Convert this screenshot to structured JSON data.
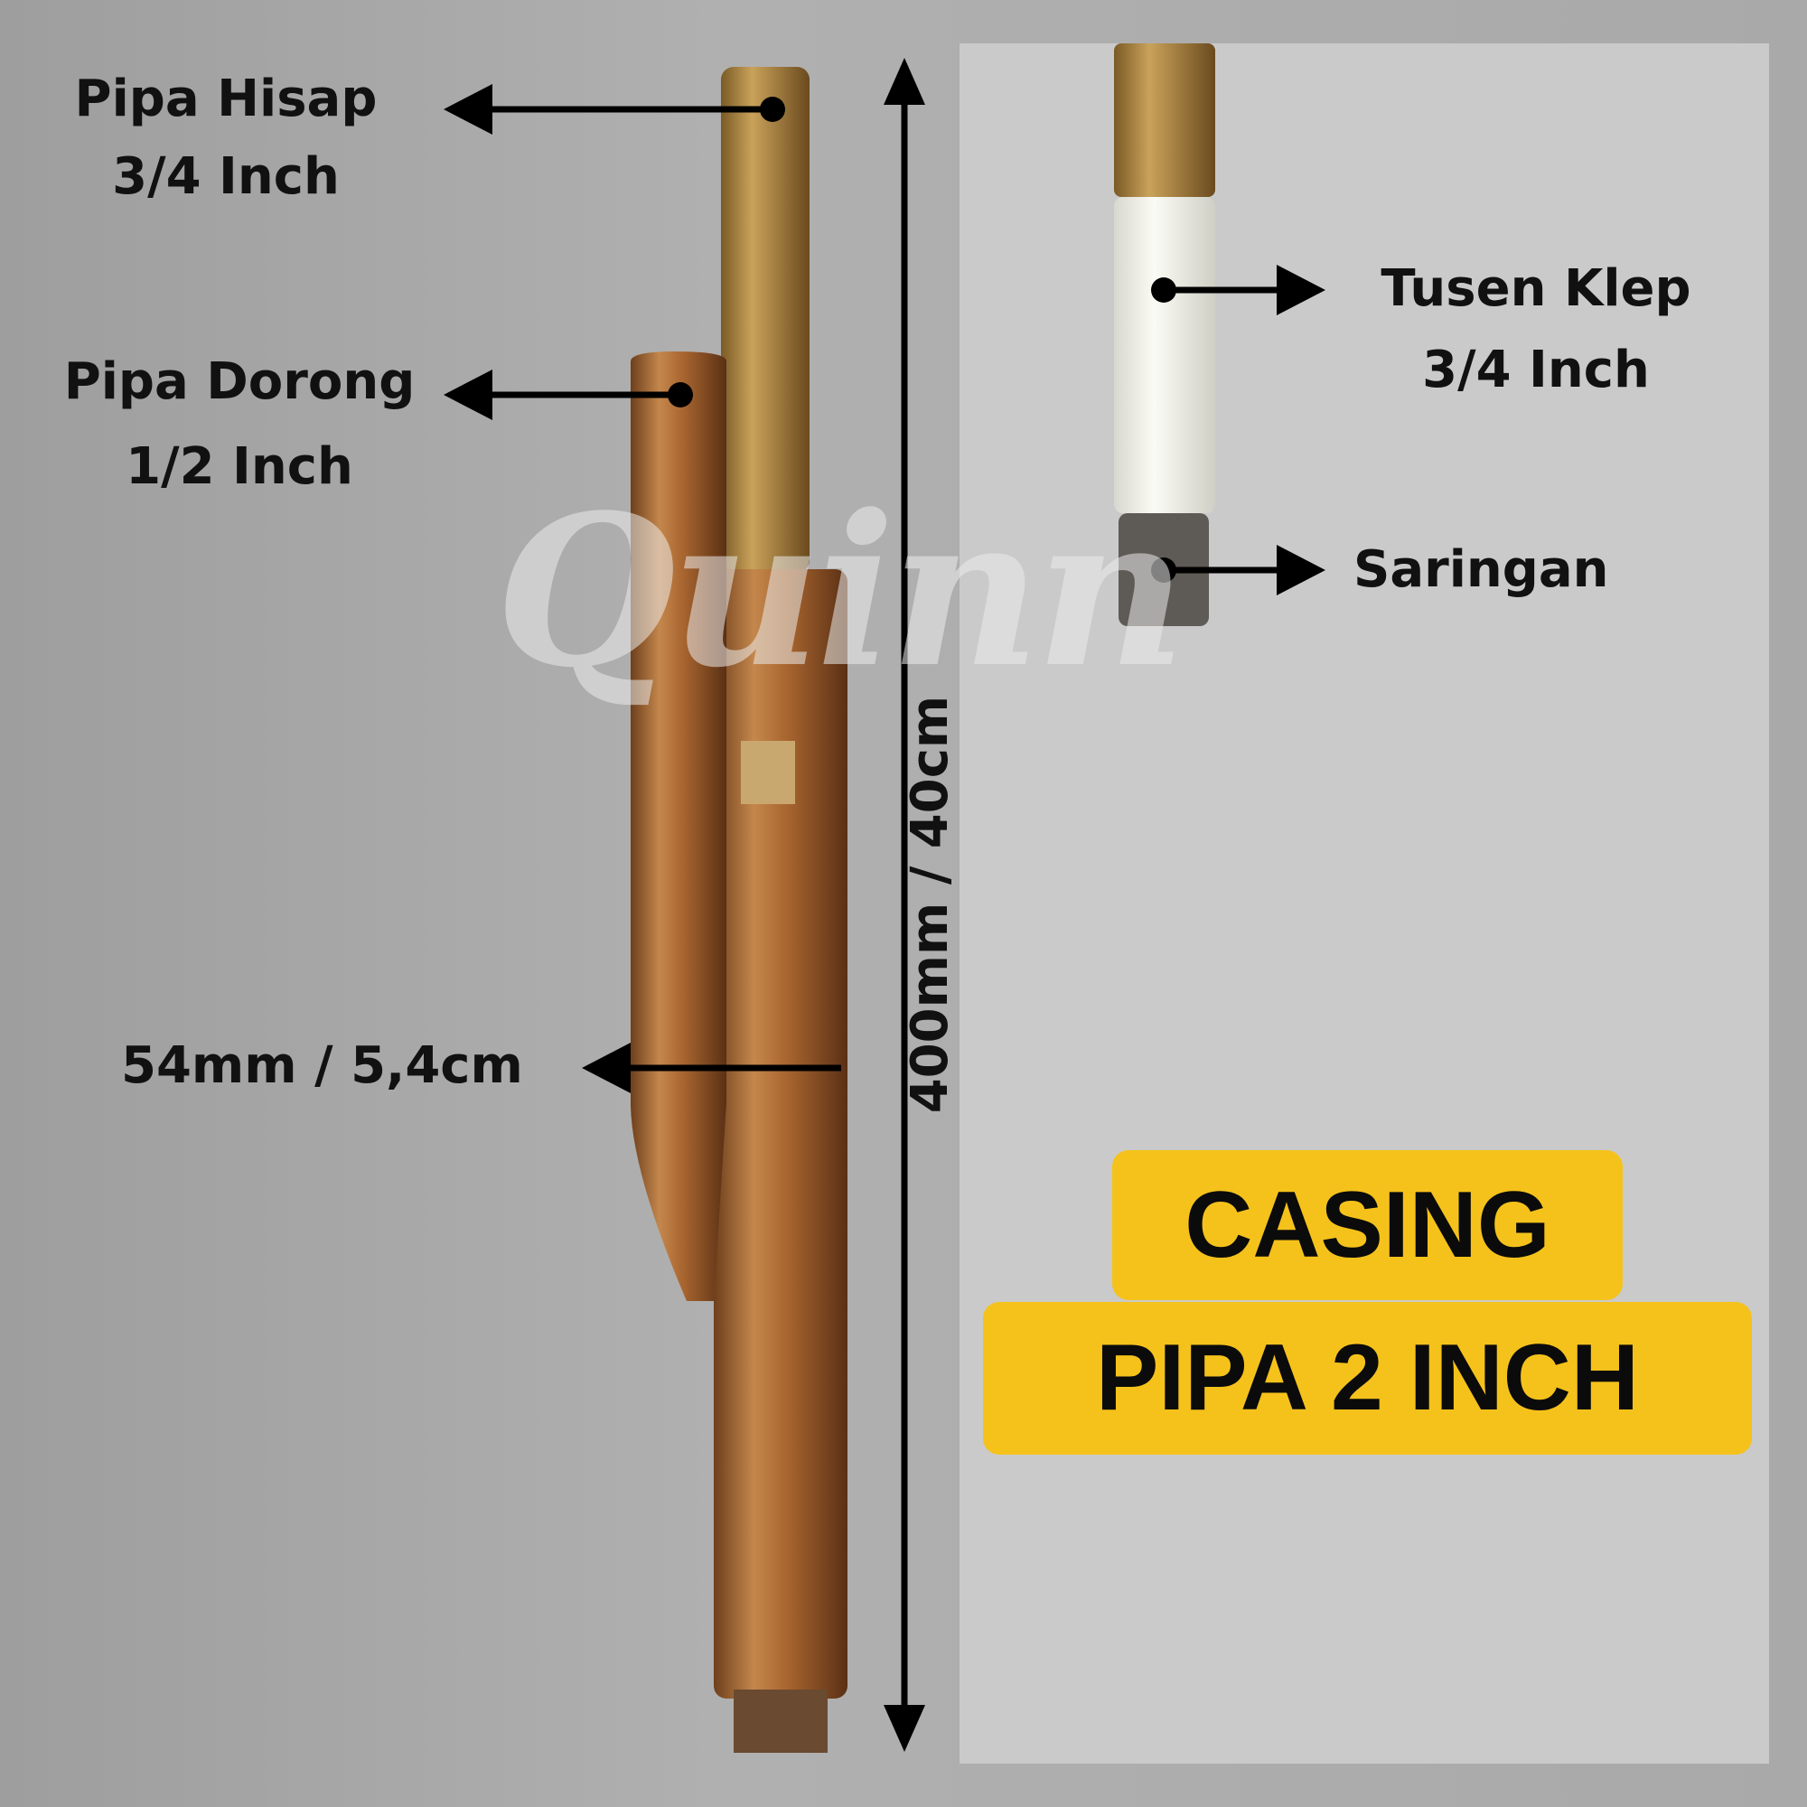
{
  "labels": {
    "suction_pipe": {
      "title": "Pipa Hisap",
      "size": "3/4 Inch"
    },
    "push_pipe": {
      "title": "Pipa Dorong",
      "size": "1/2 Inch"
    },
    "diameter": "54mm / 5,4cm",
    "length": "400mm / 40cm",
    "foot_valve": {
      "title": "Tusen Klep",
      "size": "3/4 Inch"
    },
    "strainer": "Saringan"
  },
  "headline": {
    "line1": "CASING",
    "line2": "PIPA 2 INCH"
  },
  "watermark": "Quinn",
  "colors": {
    "badge": "#f5c21b",
    "copper": "#a8652f",
    "panel": "#cacaca"
  }
}
